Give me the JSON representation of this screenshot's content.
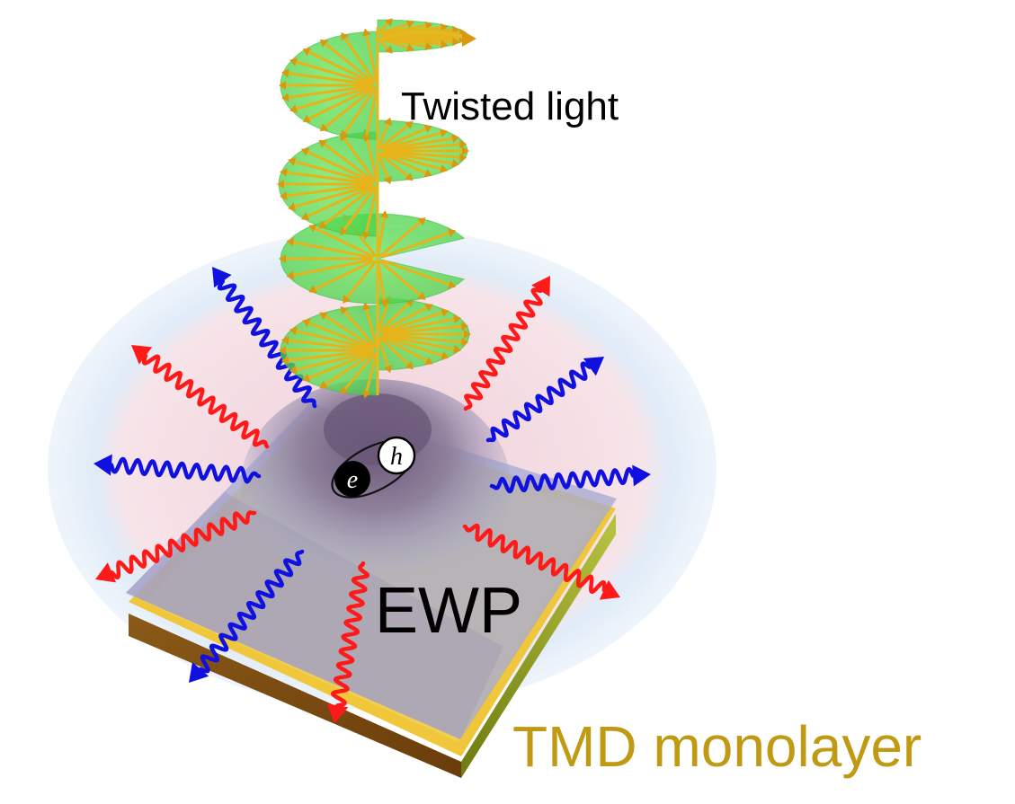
{
  "labels": {
    "twisted_light": "Twisted light",
    "ewp": "EWP",
    "tmd": "TMD monolayer",
    "electron": "e",
    "hole": "h"
  },
  "colors": {
    "tmd_text": "#c09a12",
    "red_wave": "#ff1a1a",
    "blue_wave": "#1010e0",
    "helix_fill": "#5ee05a",
    "helix_arrow": "#e6b31a",
    "slab_top": "#f2cc40",
    "slab_side": "#7a4a10",
    "slab_side_right": "#9aa82a",
    "membrane": "#a9aed6",
    "bump": "#6e5a7e",
    "halo_outer": "#d6e6f6",
    "halo_inner": "#f2d6de"
  },
  "emission_arrows": [
    {
      "name": "blue-emission-up-left",
      "color": "blue"
    },
    {
      "name": "red-emission-left-upper",
      "color": "red"
    },
    {
      "name": "blue-emission-left",
      "color": "blue"
    },
    {
      "name": "red-emission-left-lower",
      "color": "red"
    },
    {
      "name": "blue-emission-down-left",
      "color": "blue"
    },
    {
      "name": "red-emission-down",
      "color": "red"
    },
    {
      "name": "red-emission-up-right",
      "color": "red"
    },
    {
      "name": "blue-emission-right-upper",
      "color": "blue"
    },
    {
      "name": "blue-emission-right",
      "color": "blue"
    },
    {
      "name": "red-emission-down-right",
      "color": "red"
    }
  ]
}
